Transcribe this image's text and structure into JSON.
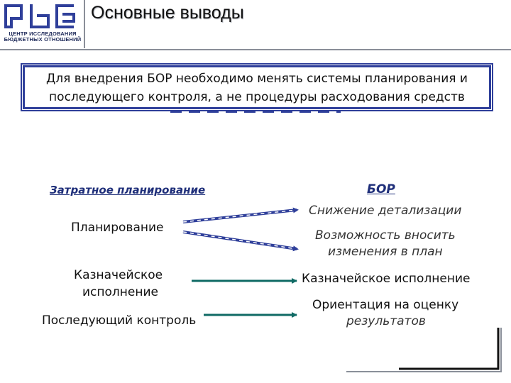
{
  "header": {
    "logo_text": "ЦЕНТР ИССЛЕДОВАНИЯ БЮДЖЕТНЫХ ОТНОШЕНИЙ",
    "title": "Основные выводы"
  },
  "banner": {
    "line1": "Для внедрения БОР необходимо менять системы планирования и",
    "line2": "последующего контроля, а не процедуры расходования средств"
  },
  "left": {
    "heading": "Затратное планирование",
    "items": [
      "Планирование",
      "Казначейское",
      "исполнение",
      "Последующий контроль"
    ]
  },
  "right": {
    "heading": "БОР",
    "items": [
      "Снижение детализации",
      "Возможность вносить",
      "изменения в план",
      "Казначейское исполнение",
      "Ориентация на оценку",
      "результатов"
    ]
  },
  "colors": {
    "accent_blue": "#2f3f9a",
    "arrow_teal": "#0f6a64",
    "heading_blue": "#1f2f7a"
  }
}
